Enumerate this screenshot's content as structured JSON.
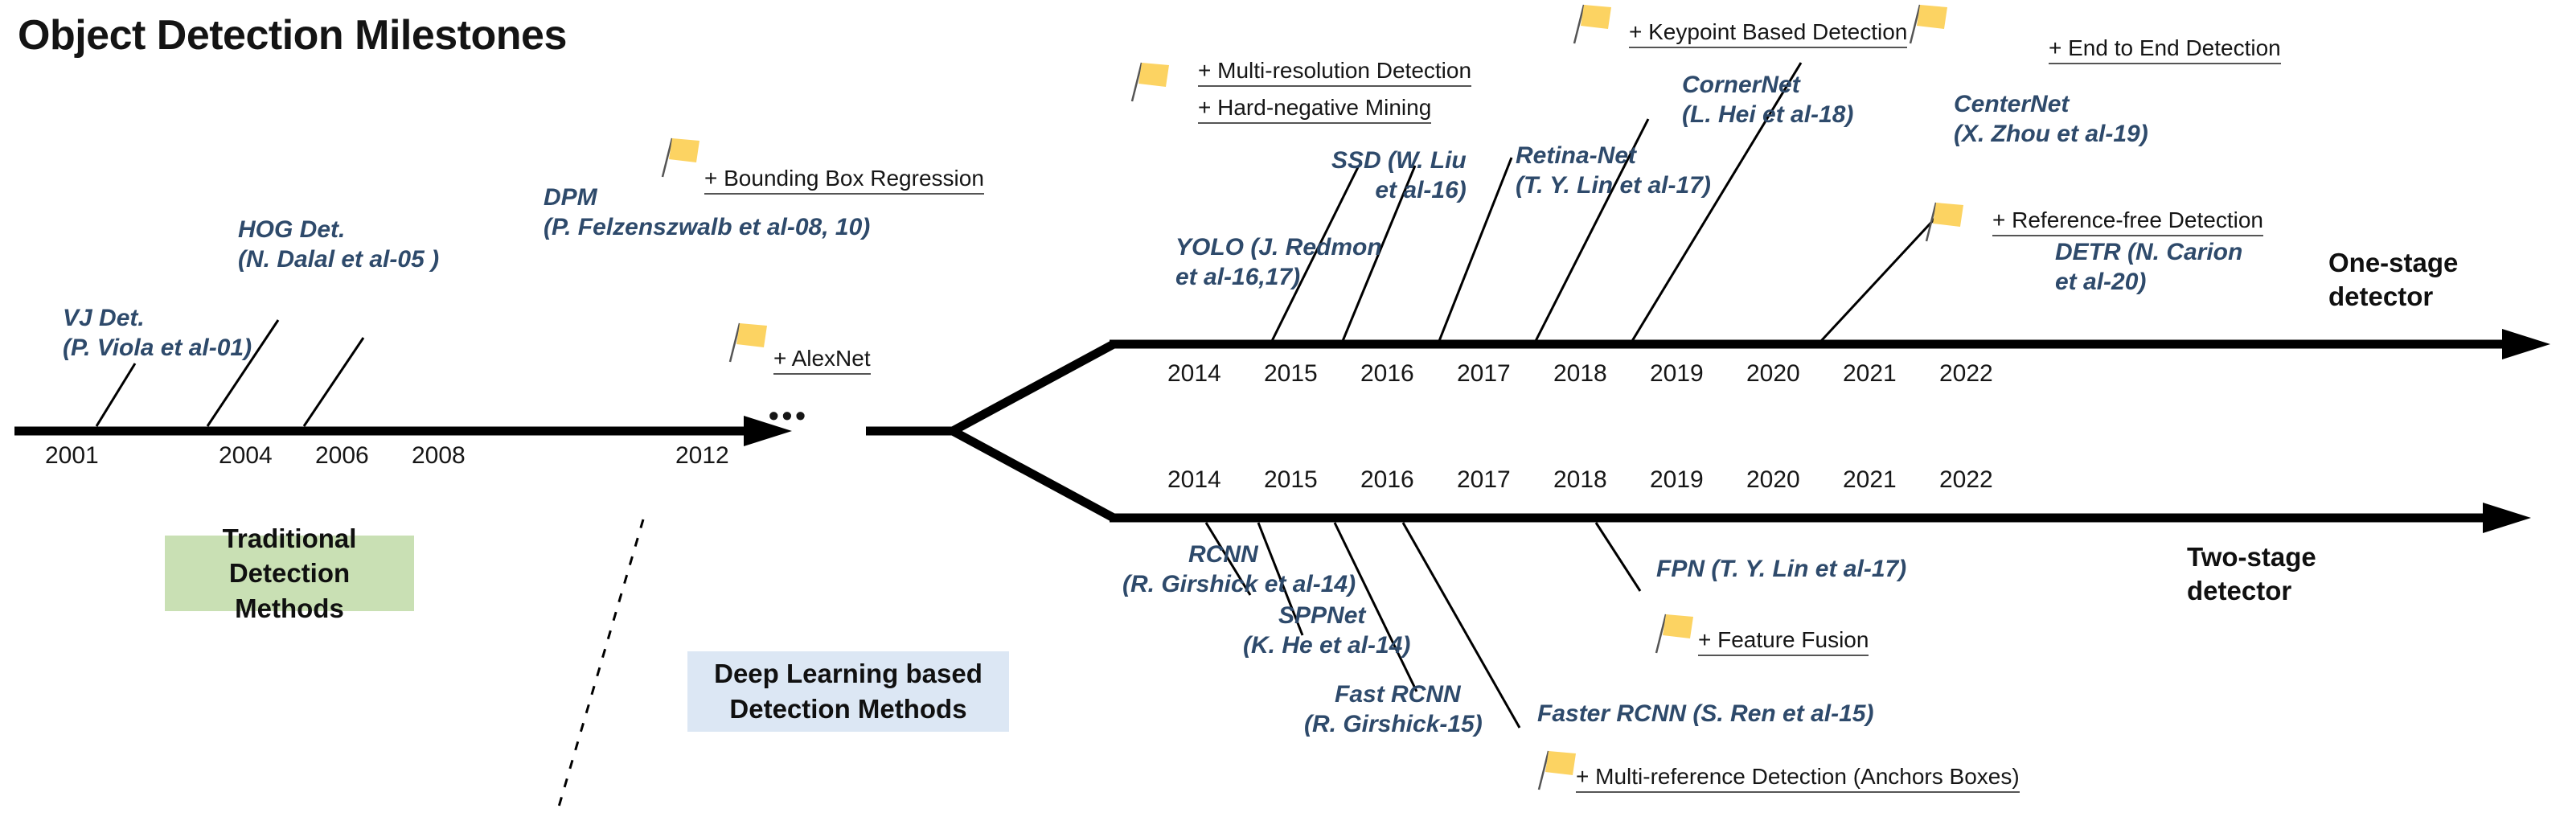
{
  "title": "Object Detection Milestones",
  "colors": {
    "flag": "#fcd362",
    "milestone_text": "#2e4a6b",
    "legend_traditional_bg": "#c9e0b4",
    "legend_deep_bg": "#dce7f4",
    "axis": "#000000"
  },
  "legend": {
    "traditional": "Traditional Detection\nMethods",
    "traditional_line1": "Traditional Detection",
    "traditional_line2": "Methods",
    "deep_learning_line1": "Deep Learning based",
    "deep_learning_line2": "Detection Methods"
  },
  "branch_labels": {
    "one_stage_line1": "One-stage",
    "one_stage_line2": "detector",
    "two_stage_line1": "Two-stage",
    "two_stage_line2": "detector"
  },
  "ellipsis": "•••",
  "traditional_axis": {
    "years": [
      "2001",
      "2004",
      "2006",
      "2008",
      "2012"
    ],
    "milestones": [
      {
        "name": "VJ Det.",
        "ref": "(P. Viola et al-01)",
        "year": "2001"
      },
      {
        "name": "HOG Det.",
        "ref": "(N. Dalal et al-05 )",
        "year": "2006"
      },
      {
        "name": "DPM",
        "ref": "(P. Felzenszwalb et al-08, 10)",
        "year": "2008"
      }
    ],
    "features": [
      {
        "label": "+ Bounding Box Regression"
      },
      {
        "label": "+ AlexNet"
      }
    ]
  },
  "one_stage_axis": {
    "years": [
      "2014",
      "2015",
      "2016",
      "2017",
      "2018",
      "2019",
      "2020",
      "2021",
      "2022"
    ],
    "milestones": [
      {
        "name": "YOLO (J. Redmon",
        "ref": "et al-16,17)"
      },
      {
        "name": "SSD (W. Liu",
        "ref": "et al-16)"
      },
      {
        "name": "Retina-Net",
        "ref": "(T. Y. Lin et al-17)"
      },
      {
        "name": "CornerNet",
        "ref": "(L. Hei et al-18)"
      },
      {
        "name": "CenterNet",
        "ref": "(X. Zhou et al-19)"
      },
      {
        "name": "DETR (N. Carion",
        "ref": "et al-20)"
      }
    ],
    "features": [
      {
        "label": "+ Multi-resolution Detection"
      },
      {
        "label": "+ Hard-negative Mining"
      },
      {
        "label": "+ Keypoint Based Detection"
      },
      {
        "label": "+ End to End Detection"
      },
      {
        "label": "+ Reference-free Detection"
      }
    ]
  },
  "two_stage_axis": {
    "years": [
      "2014",
      "2015",
      "2016",
      "2017",
      "2018",
      "2019",
      "2020",
      "2021",
      "2022"
    ],
    "milestones": [
      {
        "name": "RCNN",
        "ref": "(R. Girshick et al-14)"
      },
      {
        "name": "SPPNet",
        "ref": "(K. He et al-14)"
      },
      {
        "name": "Fast RCNN",
        "ref": "(R. Girshick-15)"
      },
      {
        "name": "Faster RCNN (S. Ren et al-15)",
        "ref": ""
      },
      {
        "name": "FPN (T. Y. Lin et al-17)",
        "ref": ""
      }
    ],
    "features": [
      {
        "label": "+ Feature Fusion"
      },
      {
        "label": "+ Multi-reference Detection (Anchors Boxes)"
      }
    ]
  }
}
